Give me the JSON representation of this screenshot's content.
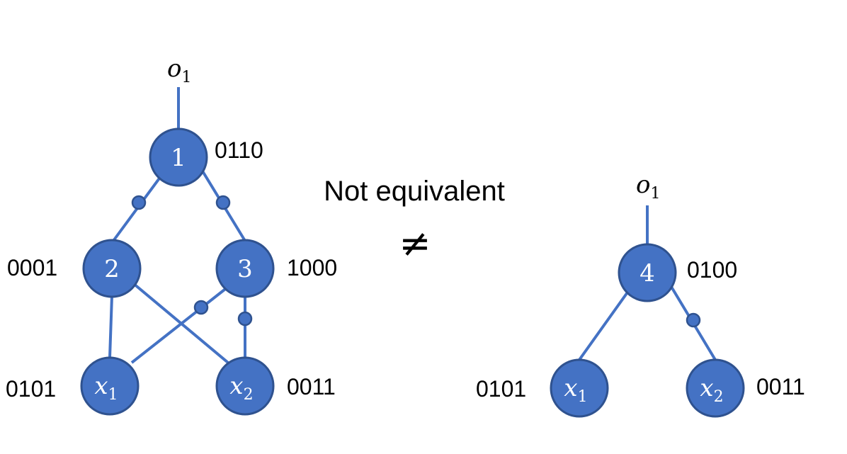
{
  "caption": "Not equivalent",
  "neq_symbol": "≠",
  "colors": {
    "node_fill": "#4472C4",
    "node_stroke": "#2F528F",
    "text": "#000000"
  },
  "left": {
    "output": {
      "base": "o",
      "sub": "1"
    },
    "nodes": {
      "n1": {
        "label": "1",
        "truth": "0110"
      },
      "n2": {
        "label": "2",
        "truth": "0001"
      },
      "n3": {
        "label": "3",
        "truth": "1000"
      },
      "x1": {
        "base": "x",
        "sub": "1",
        "truth": "0101"
      },
      "x2": {
        "base": "x",
        "sub": "2",
        "truth": "0011"
      }
    }
  },
  "right": {
    "output": {
      "base": "o",
      "sub": "1"
    },
    "nodes": {
      "n4": {
        "label": "4",
        "truth": "0100"
      },
      "x1": {
        "base": "x",
        "sub": "1",
        "truth": "0101"
      },
      "x2": {
        "base": "x",
        "sub": "2",
        "truth": "0011"
      }
    }
  }
}
